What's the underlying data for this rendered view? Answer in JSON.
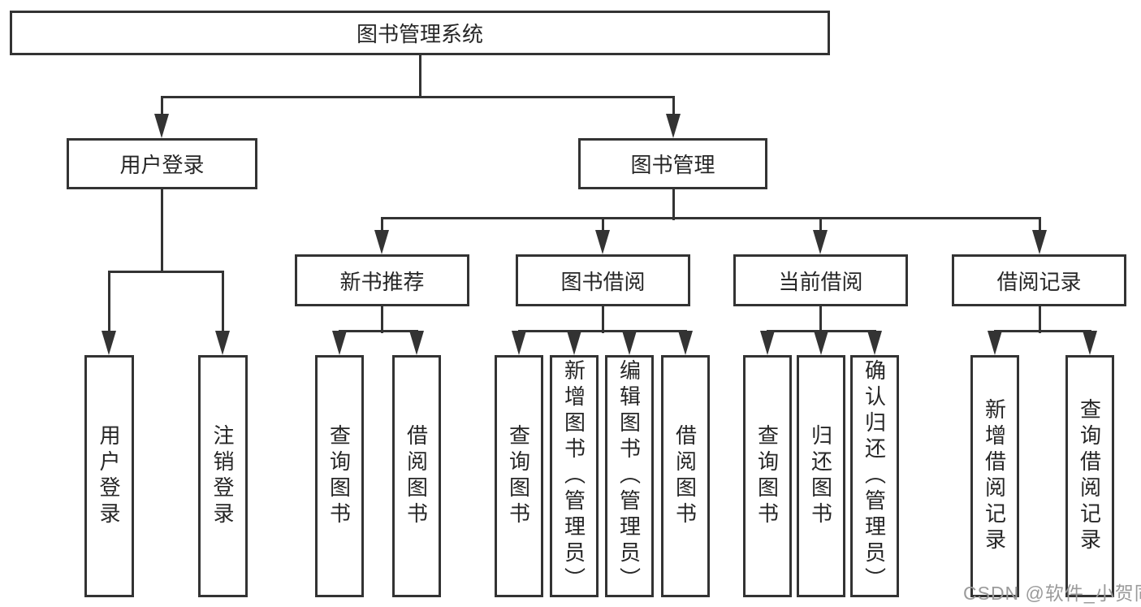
{
  "tree": {
    "root": "图书管理系统",
    "branches": [
      {
        "label": "用户登录",
        "children": [
          "用户登录",
          "注销登录"
        ]
      },
      {
        "label": "图书管理",
        "children": [
          {
            "label": "新书推荐",
            "children": [
              "查询图书",
              "借阅图书"
            ]
          },
          {
            "label": "图书借阅",
            "children": [
              "查询图书",
              "新增图书（管理员）",
              "编辑图书（管理员）",
              "借阅图书"
            ]
          },
          {
            "label": "当前借阅",
            "children": [
              "查询图书",
              "归还图书",
              "确认归还（管理员）"
            ]
          },
          {
            "label": "借阅记录",
            "children": [
              "新增借阅记录",
              "查询借阅记录"
            ]
          }
        ]
      }
    ]
  },
  "watermark": "CSDN @软件_小贺同学",
  "colors": {
    "line": "#333333",
    "text": "#262626",
    "background": "#ffffff",
    "watermark": "#9b9b9b"
  }
}
